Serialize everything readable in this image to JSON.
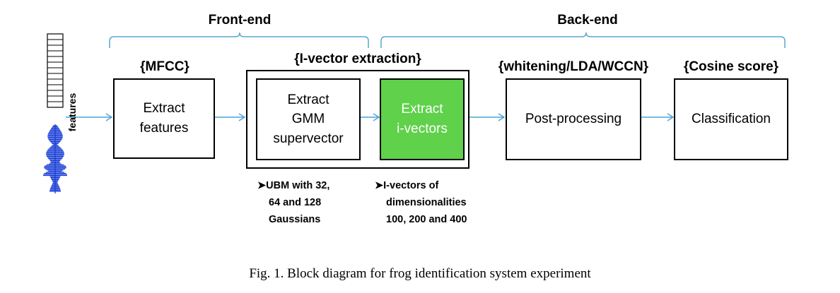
{
  "groups": {
    "front_end": "Front-end",
    "back_end": "Back-end"
  },
  "brace_labels": {
    "mfcc": "{MFCC}",
    "ivector": "{I-vector extraction}",
    "post": "{whitening/LDA/WCCN}",
    "cosine": "{Cosine score}"
  },
  "boxes": {
    "extract_features": "Extract\nfeatures",
    "extract_gmm": "Extract\nGMM\nsupervector",
    "extract_ivectors": "Extract\ni-vectors",
    "post_processing": "Post-processing",
    "classification": "Classification"
  },
  "notes": {
    "ubm": [
      "UBM with 32,",
      "64 and 128",
      "Gaussians"
    ],
    "ivec": [
      "I-vectors of",
      "dimensionalities",
      "100, 200 and 400"
    ]
  },
  "side_label": "features",
  "caption": "Fig. 1. Block diagram for frog identification system experiment",
  "colors": {
    "accent_green": "#5fd14a",
    "brace_blue": "#5aa8d0",
    "arrow_blue": "#4aa3d8",
    "waveform_blue": "#1a3fd6"
  },
  "icons": {
    "arrow": "right-arrow-icon",
    "bullet": "arrowhead-bullet-icon"
  }
}
